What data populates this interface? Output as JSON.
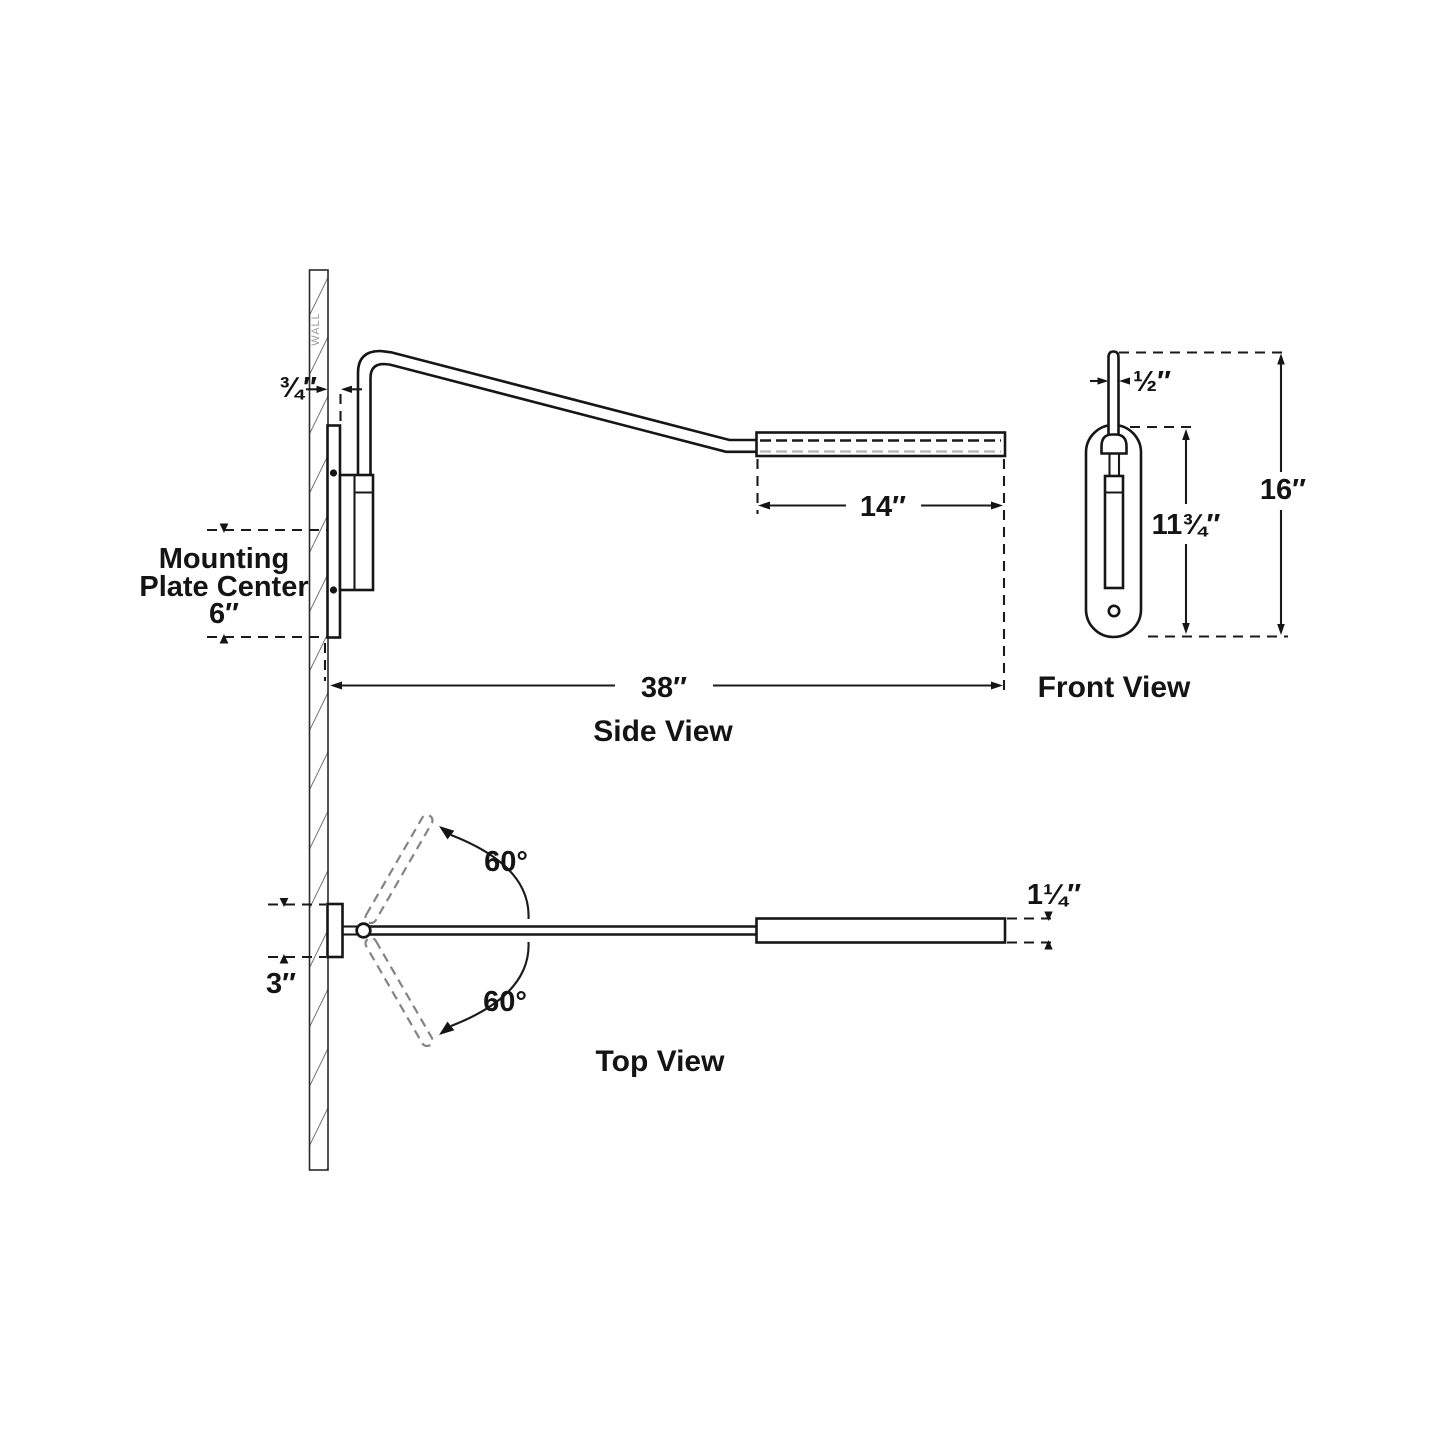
{
  "wall": {
    "label": "WALL"
  },
  "side_view": {
    "title": "Side View",
    "dim_backplate_depth": "¾″",
    "mounting_center_line1": "Mounting",
    "mounting_center_line2": "Plate Center",
    "mounting_center_line3": "6″",
    "dim_shade_length": "14″",
    "dim_extension": "38″"
  },
  "front_view": {
    "title": "Front View",
    "dim_arm_diameter": "½″",
    "dim_backplate_height": "11¾″",
    "dim_overall_height": "16″"
  },
  "top_view": {
    "title": "Top View",
    "dim_backplate_width": "3″",
    "dim_shade_diameter": "1¼″",
    "dim_swing_upper": "60°",
    "dim_swing_lower": "60°"
  }
}
